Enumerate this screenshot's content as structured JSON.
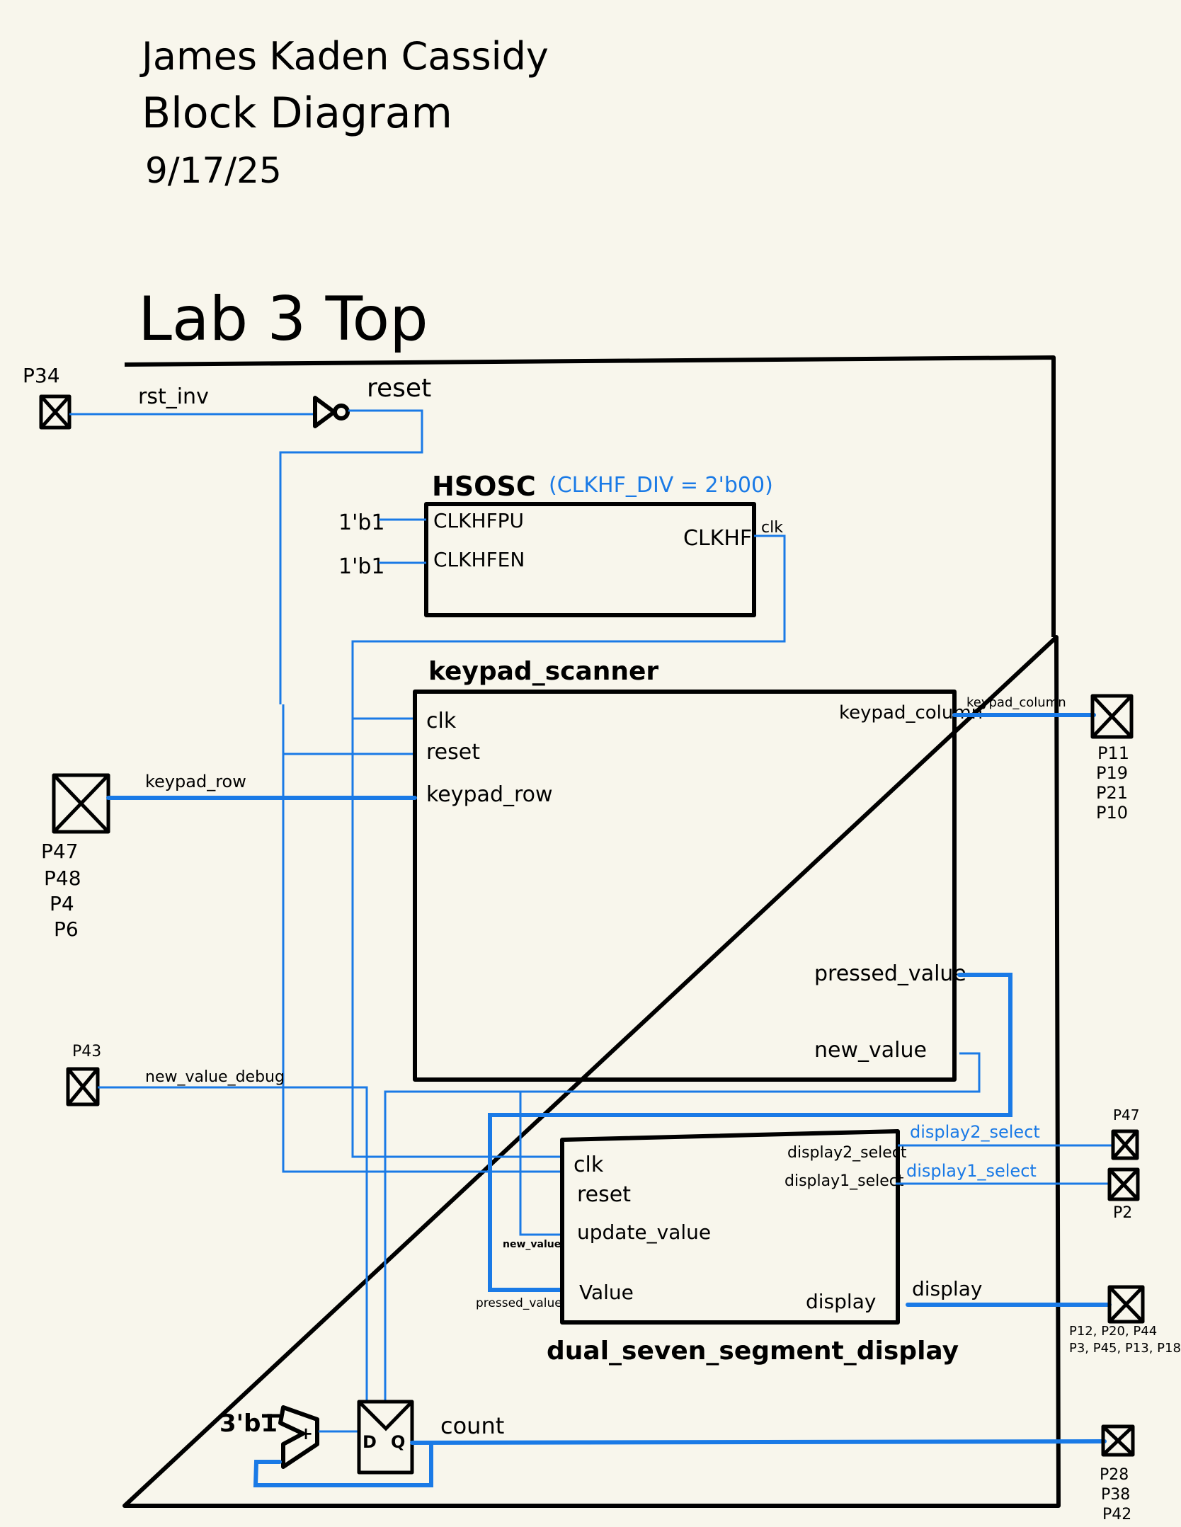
{
  "header": {
    "author": "James Kaden Cassidy",
    "doc_title": "Block Diagram",
    "date": "9/17/25"
  },
  "top_module": {
    "title": "Lab 3 Top"
  },
  "pins": {
    "reset_pin": {
      "label": "P34",
      "net": "rst_inv"
    },
    "keypad_row_pin": {
      "labels": [
        "P47",
        "P48",
        "P4",
        "P6"
      ],
      "net": "keypad_row"
    },
    "debug_pin": {
      "label": "P43",
      "net": "new_value_debug"
    },
    "keypad_column_pin": {
      "labels": [
        "P11",
        "P19",
        "P21",
        "P10"
      ],
      "net": "keypad_column"
    },
    "display2_pin": {
      "label": "P47",
      "net": "display2_select"
    },
    "display1_pin": {
      "label": "P2",
      "net": "display1_select"
    },
    "display_pin": {
      "labels": [
        "P12, P20, P44",
        "P3, P45, P13, P18"
      ],
      "net": "display"
    },
    "count_pin": {
      "labels": [
        "P28",
        "P38",
        "P42"
      ],
      "net": "count"
    }
  },
  "inverter": {
    "output_net": "reset"
  },
  "hsosc": {
    "name": "HSOSC",
    "parameter": "(CLKHF_DIV = 2'b00)",
    "inputs": [
      {
        "port": "CLKHFPU",
        "const": "1'b1"
      },
      {
        "port": "CLKHFEN",
        "const": "1'b1"
      }
    ],
    "output_port": "CLKHF",
    "output_net": "clk"
  },
  "keypad_scanner": {
    "name": "keypad_scanner",
    "inputs": [
      "clk",
      "reset",
      "keypad_row"
    ],
    "outputs": [
      "keypad_column",
      "pressed_value",
      "new_value"
    ]
  },
  "dual_seven_segment_display": {
    "name": "dual_seven_segment_display",
    "inputs": [
      "clk",
      "reset",
      "update_value",
      "Value"
    ],
    "outputs": [
      "display2_select",
      "display1_select",
      "display"
    ],
    "input_nets": {
      "update_value": "new_value",
      "Value": "pressed_value"
    }
  },
  "counter": {
    "adder_const": "3'b1",
    "adder_symbol": "+",
    "dff_d": "D",
    "dff_q": "Q",
    "output_net": "count"
  },
  "colors": {
    "wire": "#1a7ae6",
    "ink": "#000000",
    "paper": "#f8f6ec"
  }
}
